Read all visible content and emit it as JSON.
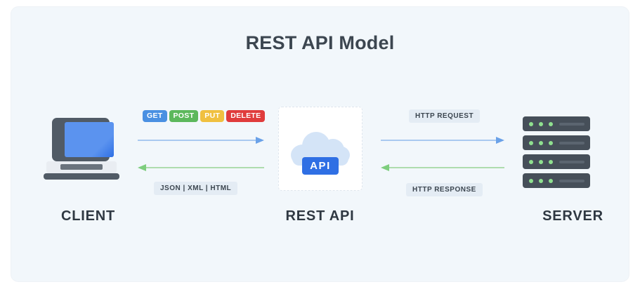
{
  "diagram": {
    "title": "REST API Model",
    "background_color": "#f2f7fb",
    "nodes": {
      "client": {
        "label": "CLIENT",
        "icon": "laptop-icon",
        "screen_color": "#5b93ef"
      },
      "rest_api": {
        "label": "REST API",
        "icon": "cloud-icon",
        "badge_text": "API",
        "badge_color": "#2f6fe4",
        "cloud_color": "#d4e4f7"
      },
      "server": {
        "label": "SERVER",
        "icon": "server-rack-icon",
        "rack_count": 4,
        "leds_per_rack": 3,
        "rack_color": "#464f59",
        "led_color": "#8fe08f"
      }
    },
    "http_methods": [
      {
        "name": "GET",
        "color": "#4a90e2"
      },
      {
        "name": "POST",
        "color": "#5cb85c"
      },
      {
        "name": "PUT",
        "color": "#f0c040"
      },
      {
        "name": "DELETE",
        "color": "#e03c3c"
      }
    ],
    "labels": {
      "response_formats": "JSON | XML | HTML",
      "http_request": "HTTP REQUEST",
      "http_response": "HTTP RESPONSE"
    },
    "arrows": {
      "request_color": "#a9c9f0",
      "response_color": "#aedcae",
      "request_direction": "right",
      "response_direction": "left"
    }
  }
}
